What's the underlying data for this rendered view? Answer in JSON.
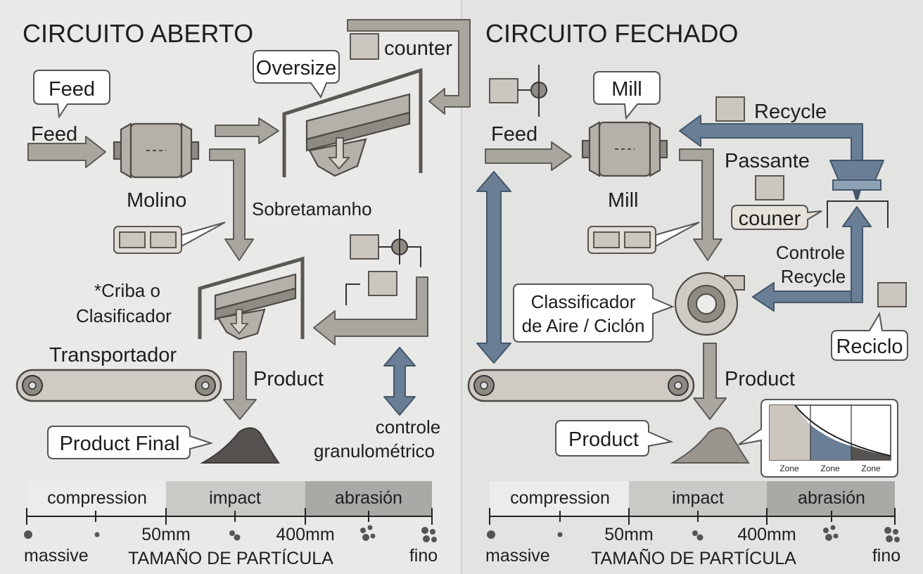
{
  "left": {
    "title": "CIRCUITO ABERTO",
    "feed_callout": "Feed",
    "feed_label": "Feed",
    "mill_label": "Molino",
    "oversize_callout": "Oversize",
    "counter_label": "counter",
    "oversize_label": "Sobretamanho",
    "screen_label_1": "*Criba o",
    "screen_label_2": "Clasificador",
    "conveyor_label": "Transportador",
    "product_label": "Product",
    "product_callout": "Product Final",
    "control_label_1": "controle",
    "control_label_2": "granulométrico"
  },
  "right": {
    "title": "CIRCUITO FECHADO",
    "feed_label": "Feed",
    "mill_callout": "Mill",
    "mill_label": "Mill",
    "recycle_label": "Recycle",
    "passante_label": "Passante",
    "counter_callout": "couner",
    "control_label_1": "Controle",
    "control_label_2": "Recycle",
    "classifier_callout_1": "Classificador",
    "classifier_callout_2": "de Aire / Ciclón",
    "recycle_callout": "Reciclo",
    "product_label": "Product",
    "product_callout": "Product",
    "zone_labels": [
      "Zone",
      "Zone",
      "Zone"
    ]
  },
  "scale": {
    "bands": [
      "compression",
      "impact",
      "abrasión"
    ],
    "ticks": [
      "50mm",
      "400mm"
    ],
    "start_label": "massive",
    "end_label": "fino",
    "axis_title": "TAMAÑO DE PARTÍCULA"
  },
  "colors": {
    "background": "#e9e9e7",
    "gray_flow": "#a9a59f",
    "blue_flow": "#6a7f95",
    "machine": "#b5b1aa"
  }
}
